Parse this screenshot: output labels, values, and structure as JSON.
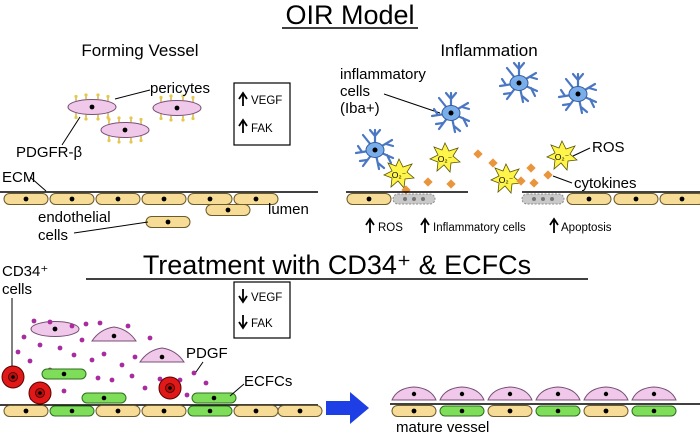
{
  "title": "OIR Model",
  "panels": {
    "forming": {
      "heading": "Forming Vessel",
      "labels": {
        "pericytes": "pericytes",
        "pdgfr": "PDGFR-β",
        "ecm": "ECM",
        "lumen": "lumen",
        "endothelial_line1": "endothelial",
        "endothelial_line2": "cells"
      },
      "changes": [
        {
          "direction": "up",
          "text": "VEGF"
        },
        {
          "direction": "up",
          "text": "FAK"
        }
      ]
    },
    "inflammation": {
      "heading": "Inflammation",
      "labels": {
        "inflam_line1": "inflammatory",
        "inflam_line2": "cells",
        "inflam_line3": "(Iba+)",
        "ros": "ROS",
        "cytokines": "cytokines",
        "o2_symbol": "O₂⁻"
      },
      "effects": [
        {
          "direction": "up",
          "text": "ROS"
        },
        {
          "direction": "up",
          "text": "Inflammatory cells"
        },
        {
          "direction": "up",
          "text": "Apoptosis"
        }
      ]
    }
  },
  "treatment": {
    "heading": "Treatment with CD34⁺ & ECFCs",
    "labels": {
      "cd34_line1": "CD34⁺",
      "cd34_line2": "cells",
      "pdgf": "PDGF",
      "ecfcs": "ECFCs",
      "mature": "mature vessel"
    },
    "changes": [
      {
        "direction": "down",
        "text": "VEGF"
      },
      {
        "direction": "down",
        "text": "FAK"
      }
    ]
  },
  "colors": {
    "endothelial": "#f6dc96",
    "pericyte": "#f0c8ea",
    "ecfc": "#7ede5a",
    "cd34": "#e01818",
    "macrophage": "#7aaeea",
    "ros_star": "#fff44a",
    "cytokine": "#e9953c",
    "apoptotic": "#c9c9c9",
    "pdgf_dot": "#a92ba0",
    "arrow": "#1f3fe6"
  }
}
